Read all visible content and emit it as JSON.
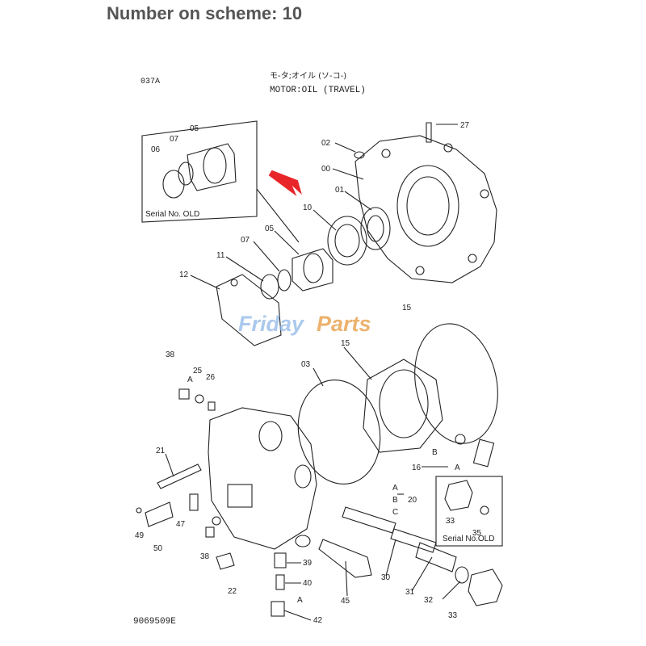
{
  "heading": "Number on scheme: 10",
  "diagram": {
    "code": "037A",
    "title_jp": "モ-タ;オイル (ソ-コ-)",
    "title": "MOTOR:OIL (TRAVEL)",
    "drawing_number": "9069509E",
    "inset_old_top": "Serial No. OLD",
    "inset_old_bottom": "Serial No.OLD",
    "watermark_a": "Friday",
    "watermark_b": "Parts",
    "highlight_color": "#e8262a"
  },
  "part_labels": {
    "p27": "27",
    "p02": "02",
    "p00": "00",
    "p01": "01",
    "p10": "10",
    "p05a": "05",
    "p07a": "07",
    "p06": "06",
    "p05": "05",
    "p07": "07",
    "p11": "11",
    "p12": "12",
    "p15a": "15",
    "p15b": "15",
    "p03": "03",
    "p38a": "38",
    "p25": "25",
    "p26": "26",
    "pAa": "A",
    "p21": "21",
    "p47": "47",
    "p49": "49",
    "p50": "50",
    "p38b": "38",
    "p22": "22",
    "p39": "39",
    "p40": "40",
    "pAb": "A",
    "p42": "42",
    "p45": "45",
    "p30": "30",
    "p31": "31",
    "p32": "32",
    "p33a": "33",
    "p33b": "33",
    "p35": "35",
    "p16": "16",
    "pB": "B",
    "pAc": "A",
    "p20": "20",
    "pA2": "A",
    "pB2": "B",
    "pC2": "C"
  }
}
